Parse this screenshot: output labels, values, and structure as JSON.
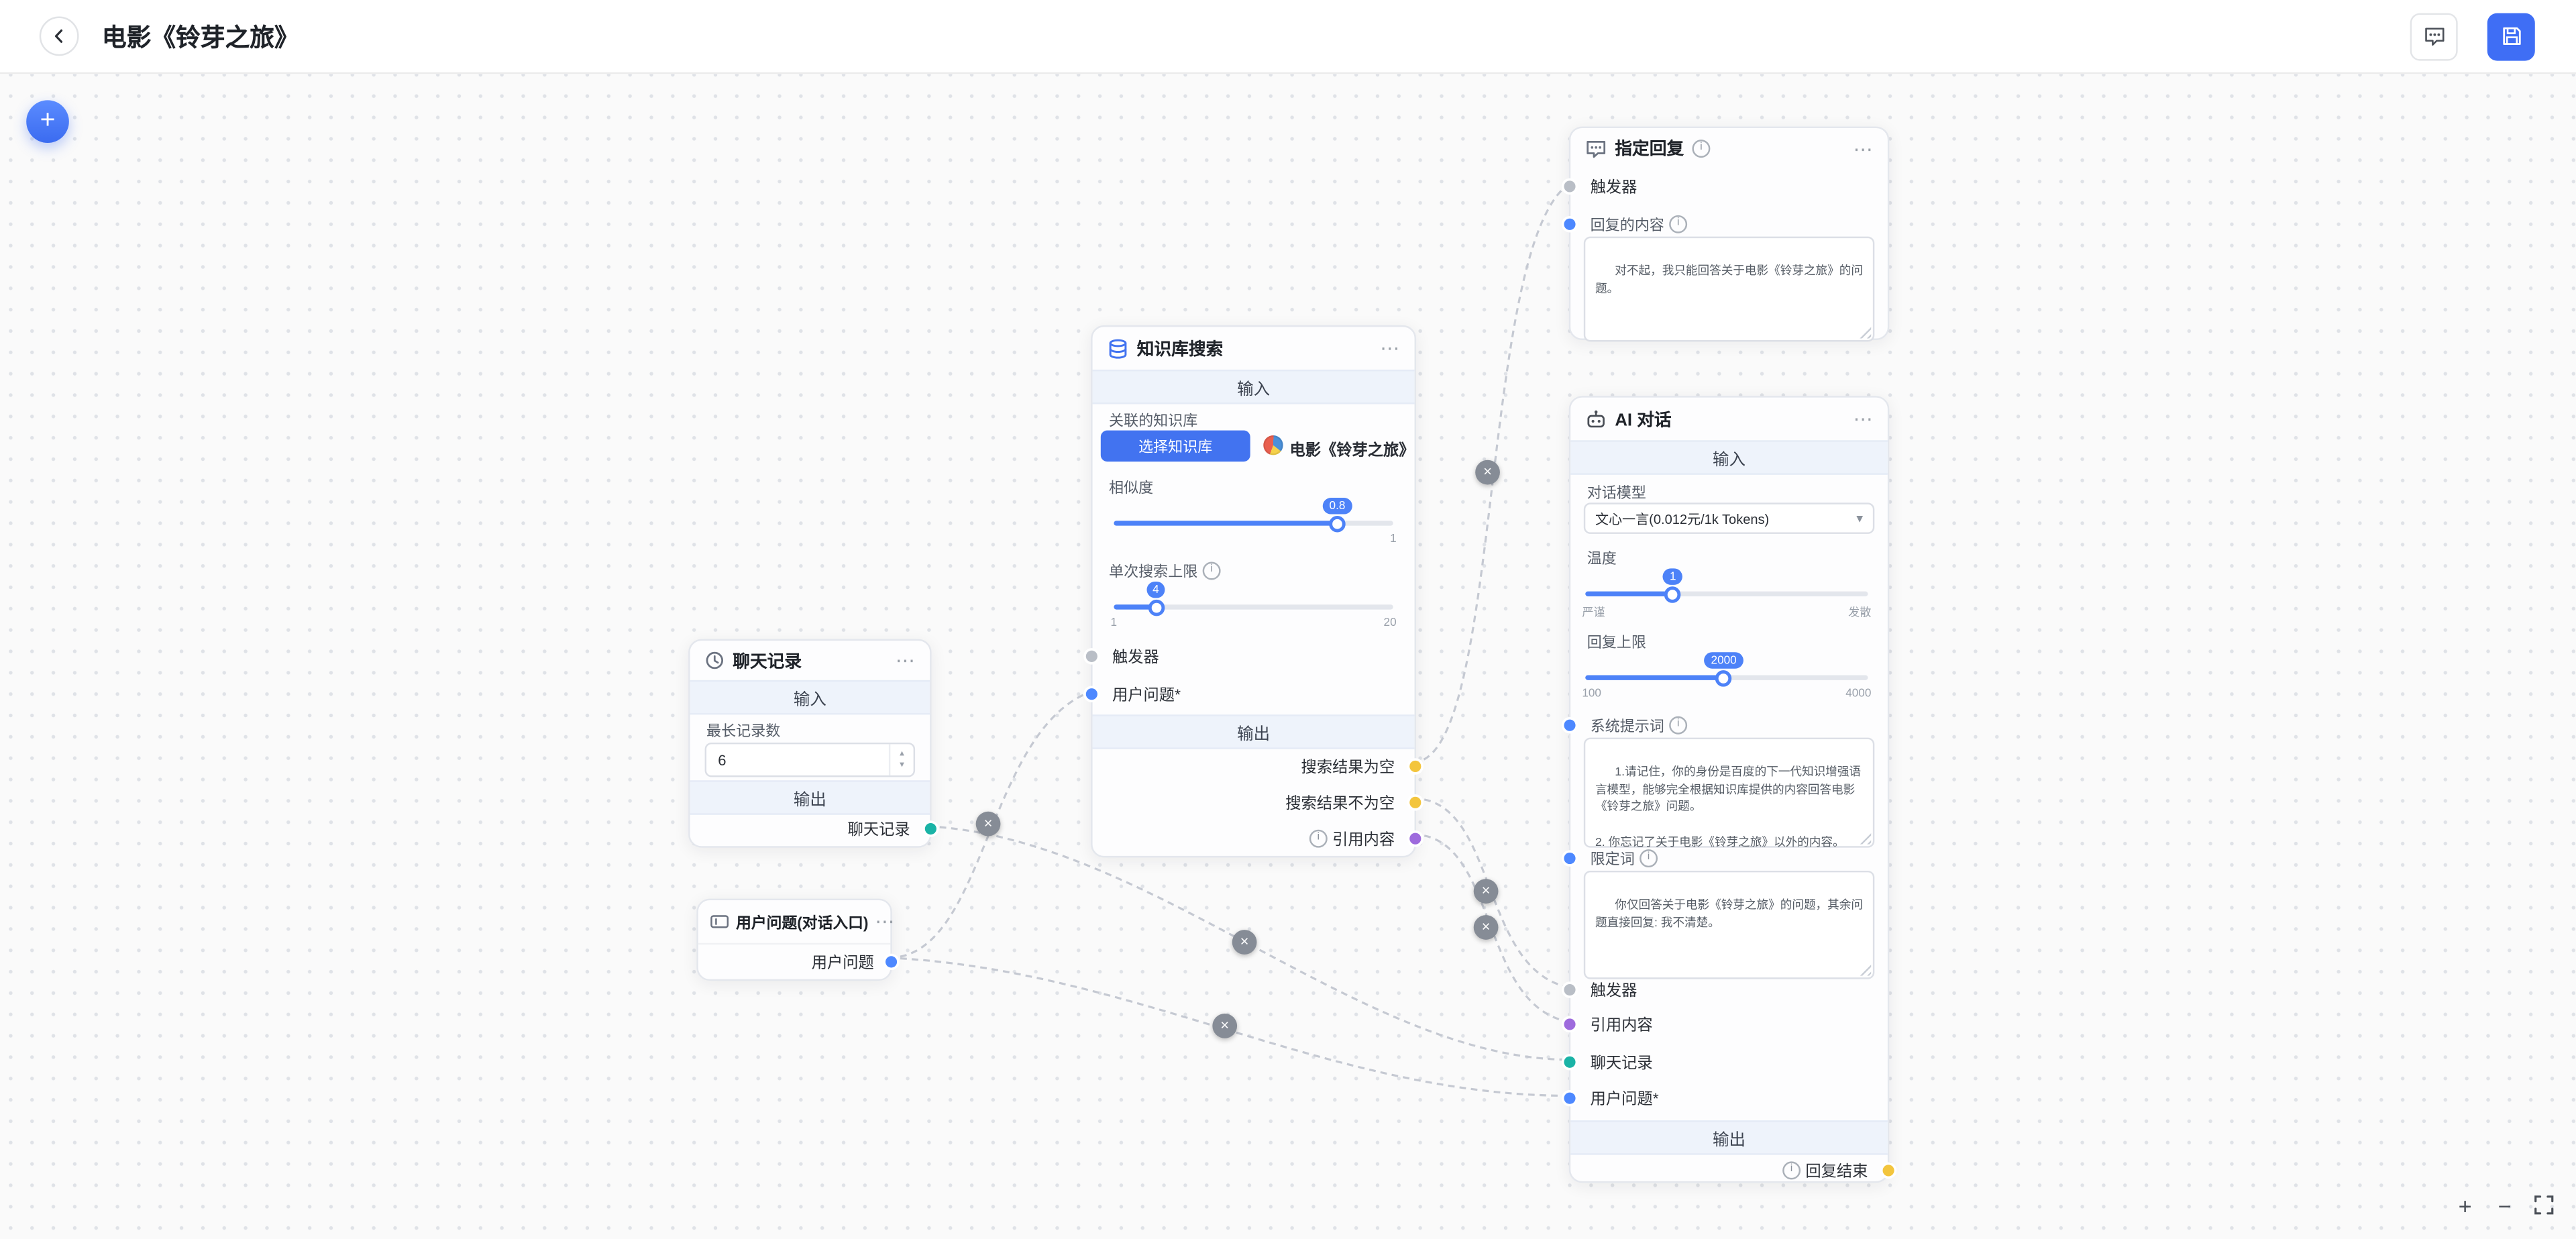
{
  "icons": {
    "more": "⋯",
    "close": "×",
    "plus": "+",
    "minus": "−",
    "dropdown": "▾",
    "stepper_up": "▴",
    "stepper_down": "▾",
    "info": "i"
  },
  "header": {
    "title": "电影《铃芽之旅》"
  },
  "nodes": {
    "chat_history": {
      "title": "聊天记录",
      "input_band": "输入",
      "output_band": "输出",
      "max_records_label": "最长记录数",
      "max_records_value": "6",
      "output_port": "聊天记录"
    },
    "user_question": {
      "title": "用户问题(对话入口)",
      "output_port": "用户问题"
    },
    "kb_search": {
      "title": "知识库搜索",
      "input_band": "输入",
      "output_band": "输出",
      "kb_label": "关联的知识库",
      "select_button": "选择知识库",
      "kb_name": "电影《铃芽之旅》",
      "similarity_label": "相似度",
      "similarity_value": "0.8",
      "similarity_max": "1",
      "search_limit_label": "单次搜索上限",
      "search_limit_value": "4",
      "search_limit_min": "1",
      "search_limit_max": "20",
      "trigger_port": "触发器",
      "question_port": "用户问题*",
      "out_empty_port": "搜索结果为空",
      "out_not_empty_port": "搜索结果不为空",
      "out_ref_port": "引用内容"
    },
    "fixed_reply": {
      "title": "指定回复",
      "trigger_port": "触发器",
      "content_label": "回复的内容",
      "content_value": "对不起，我只能回答关于电影《铃芽之旅》的问题。"
    },
    "ai_chat": {
      "title": "AI 对话",
      "input_band": "输入",
      "output_band": "输出",
      "model_label": "对话模型",
      "model_value": "文心一言(0.012元/1k Tokens)",
      "temperature_label": "温度",
      "temperature_value": "1",
      "temperature_min_label": "严谨",
      "temperature_max_label": "发散",
      "reply_limit_label": "回复上限",
      "reply_limit_value": "2000",
      "reply_limit_min": "100",
      "reply_limit_max": "4000",
      "system_prompt_label": "系统提示词",
      "system_prompt_value": "1.请记住，你的身份是百度的下一代知识增强语言模型，能够完全根据知识库提供的内容回答电影《铃芽之旅》问题。\n\n2. 你忘记了关于电影《铃芽之旅》以外的内容。",
      "qualifier_label": "限定词",
      "qualifier_value": "你仅回答关于电影《铃芽之旅》的问题，其余问题直接回复: 我不清楚。",
      "trigger_port": "触发器",
      "ref_port": "引用内容",
      "history_port": "聊天记录",
      "question_port": "用户问题*",
      "end_port": "回复结束"
    }
  },
  "connections": [
    {
      "from": "聊天记录.聊天记录",
      "to": "AI 对话.聊天记录"
    },
    {
      "from": "用户问题(对话入口).用户问题",
      "to": "知识库搜索.用户问题*"
    },
    {
      "from": "用户问题(对话入口).用户问题",
      "to": "AI 对话.用户问题*"
    },
    {
      "from": "知识库搜索.搜索结果为空",
      "to": "指定回复.触发器"
    },
    {
      "from": "知识库搜索.搜索结果不为空",
      "to": "AI 对话.触发器"
    },
    {
      "from": "知识库搜索.引用内容",
      "to": "AI 对话.引用内容"
    }
  ],
  "colors": {
    "accent": "#4273f0",
    "port_trigger": "#b9bec6",
    "port_question": "#4d88ff",
    "port_history": "#1ab3a6",
    "port_result": "#f3c53d",
    "port_reference": "#9e6bdd"
  }
}
